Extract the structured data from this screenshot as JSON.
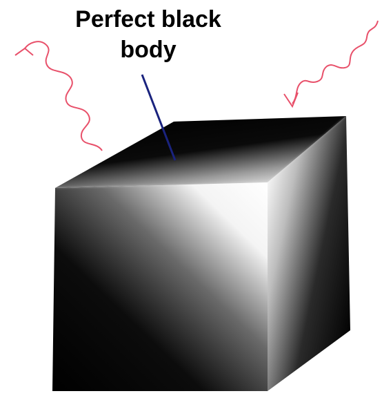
{
  "label": {
    "line1": "Perfect black",
    "line2": "body"
  },
  "colors": {
    "wave": "#e8506a",
    "pointer": "#1a237e",
    "body": "#000000",
    "highlight": "#ffffff"
  },
  "icons": {
    "incoming": "incoming-radiation-wave",
    "outgoing": "emitted-radiation-wave",
    "object": "black-body-cube"
  }
}
